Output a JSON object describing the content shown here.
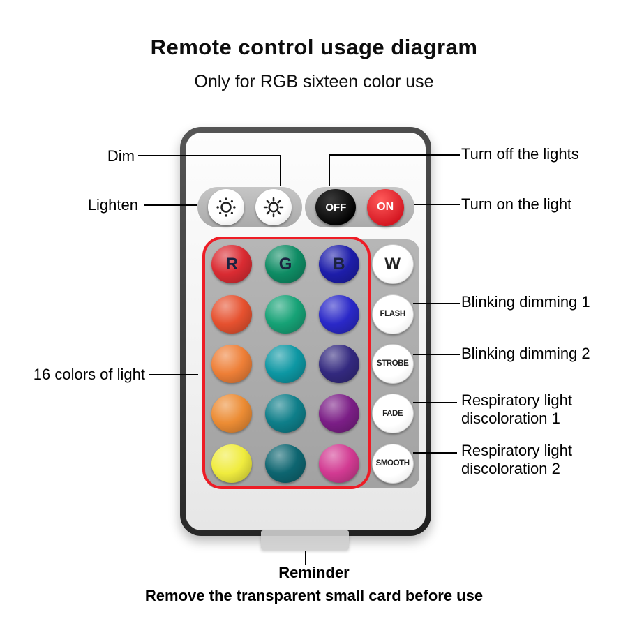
{
  "title": "Remote control usage diagram",
  "subtitle": "Only for RGB sixteen color use",
  "remote": {
    "off_label": "OFF",
    "on_label": "ON",
    "grid": [
      {
        "label": "R",
        "color": "#da2b32"
      },
      {
        "label": "G",
        "color": "#0e8c64"
      },
      {
        "label": "B",
        "color": "#1d1daa"
      },
      {
        "label": "W",
        "color": "#ffffff",
        "white": true
      },
      {
        "label": "",
        "color": "#e6512f"
      },
      {
        "label": "",
        "color": "#16a276"
      },
      {
        "label": "",
        "color": "#2a28c8"
      },
      {
        "label": "FLASH",
        "color": "#ffffff",
        "white": true
      },
      {
        "label": "",
        "color": "#ee7f37"
      },
      {
        "label": "",
        "color": "#0d97a3"
      },
      {
        "label": "",
        "color": "#33297f"
      },
      {
        "label": "STROBE",
        "color": "#ffffff",
        "white": true
      },
      {
        "label": "",
        "color": "#ec8c34"
      },
      {
        "label": "",
        "color": "#0e7e89"
      },
      {
        "label": "",
        "color": "#7b1e86"
      },
      {
        "label": "FADE",
        "color": "#ffffff",
        "white": true
      },
      {
        "label": "",
        "color": "#f0ec3e"
      },
      {
        "label": "",
        "color": "#0d6570"
      },
      {
        "label": "",
        "color": "#d23a92"
      },
      {
        "label": "SMOOTH",
        "color": "#ffffff",
        "white": true
      }
    ]
  },
  "callouts": {
    "dim": "Dim",
    "lighten": "Lighten",
    "turn_off": "Turn off the lights",
    "turn_on": "Turn on the light",
    "blinking1": "Blinking dimming 1",
    "blinking2": "Blinking dimming 2",
    "respiratory1_l1": "Respiratory light",
    "respiratory1_l2": "discoloration 1",
    "respiratory2_l1": "Respiratory light",
    "respiratory2_l2": "discoloration 2",
    "sixteen_colors": "16 colors of light"
  },
  "footer": {
    "reminder": "Reminder",
    "note": "Remove the transparent small card before use"
  },
  "colors": {
    "outline_red": "#ee1c25",
    "line": "#000000"
  }
}
